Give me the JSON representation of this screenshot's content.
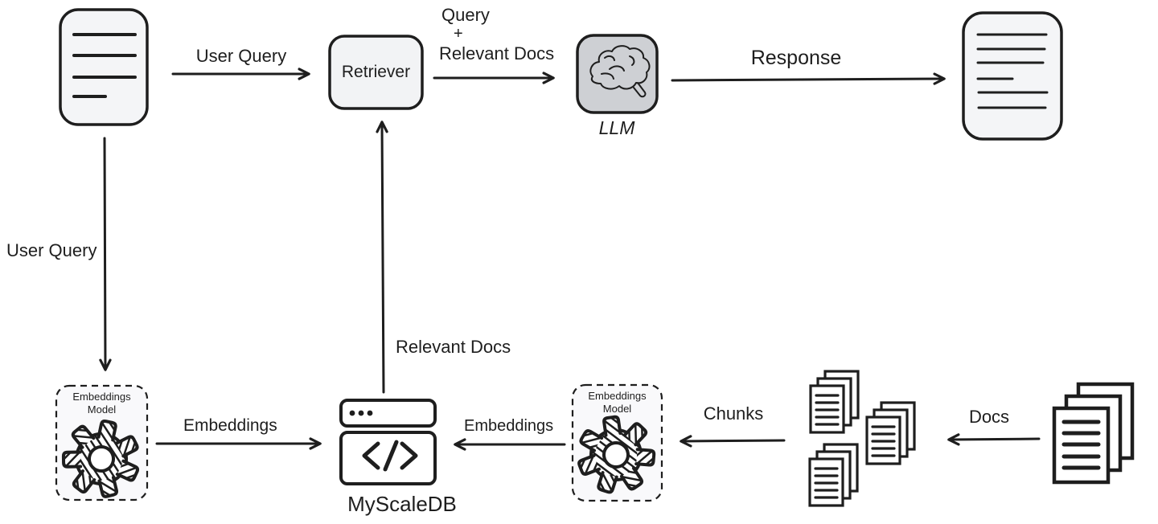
{
  "colors": {
    "ink": "#1e1e1e",
    "llm_fill": "#ced0d4",
    "retriever_fill": "#f2f3f5",
    "doc_fill": "#f4f5f7",
    "dashed_box_fill": "#f9f9fb",
    "background": "#ffffff"
  },
  "nodes": {
    "retriever": {
      "label": "Retriever"
    },
    "llm": {
      "label": "LLM"
    },
    "myscaledb": {
      "label": "MyScaleDB"
    },
    "embeddings_model_left": {
      "line1": "Embeddings",
      "line2": "Model"
    },
    "embeddings_model_right": {
      "line1": "Embeddings",
      "line2": "Model"
    }
  },
  "edges": {
    "user_query_top": {
      "label": "User Query"
    },
    "query_plus_relevant_docs": {
      "line1": "Query",
      "line2": "+",
      "line3": "Relevant Docs"
    },
    "response": {
      "label": "Response"
    },
    "user_query_down": {
      "label": "User Query"
    },
    "embeddings_left": {
      "label": "Embeddings"
    },
    "relevant_docs": {
      "label": "Relevant Docs"
    },
    "embeddings_right": {
      "label": "Embeddings"
    },
    "chunks": {
      "label": "Chunks"
    },
    "docs": {
      "label": "Docs"
    }
  },
  "icons": [
    "document-icon",
    "brain-icon",
    "gear-icon",
    "browser-code-icon",
    "chunk-stack-icon",
    "docs-stack-icon",
    "arrow-icon"
  ]
}
